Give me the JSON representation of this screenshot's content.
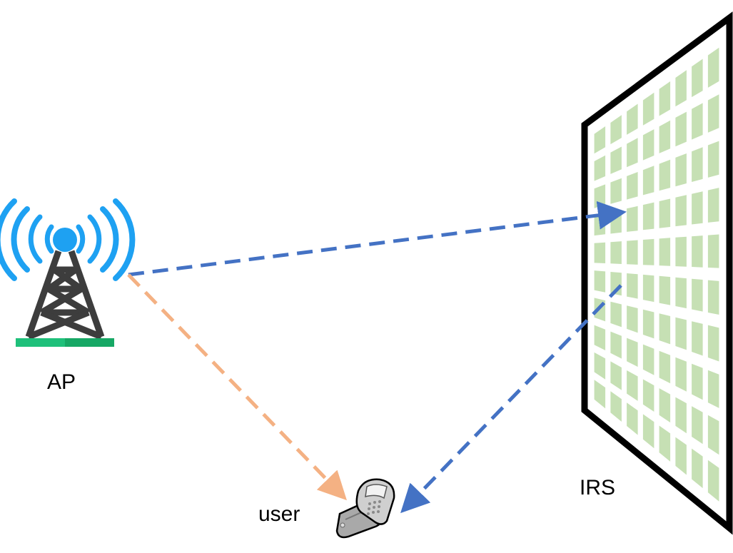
{
  "labels": {
    "ap": "AP",
    "user": "user",
    "irs": "IRS"
  },
  "nodes": {
    "ap": {
      "icon": "cell-tower-icon"
    },
    "user": {
      "icon": "flip-phone-icon"
    },
    "irs": {
      "icon": "irs-panel"
    }
  },
  "irs_panel": {
    "rows": 10,
    "columns": 8
  },
  "links": [
    {
      "id": "ap-to-irs",
      "from": "ap",
      "to": "irs",
      "style": "dashed",
      "color": "#4472c4"
    },
    {
      "id": "irs-to-user",
      "from": "irs",
      "to": "user",
      "style": "dashed",
      "color": "#4472c4"
    },
    {
      "id": "ap-to-user",
      "from": "ap",
      "to": "user",
      "style": "dashed",
      "color": "#f4b183"
    }
  ],
  "colors": {
    "tower_waves": "#1ea1f2",
    "tower_body": "#3d3d3d",
    "tower_base": "#1fc07a",
    "irs_frame": "#000000",
    "irs_elements": "#c6e0b4",
    "phone": "#b8b8b8"
  }
}
